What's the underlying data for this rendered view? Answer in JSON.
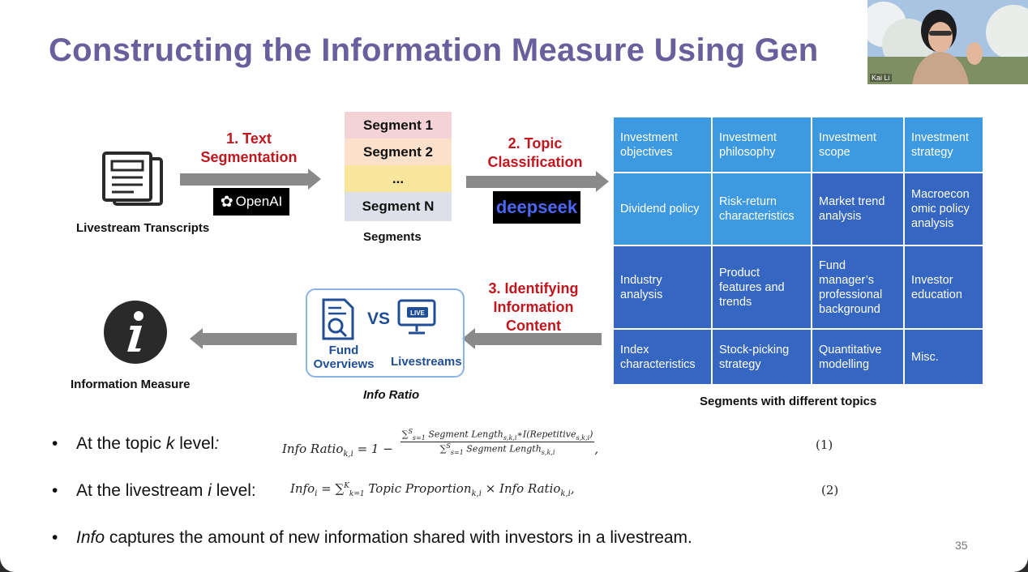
{
  "slide": {
    "title": "Constructing the Information Measure Using Gen",
    "page_number": "35"
  },
  "webcam": {
    "participant_name": "Kai Li"
  },
  "flow": {
    "transcripts_label": "Livestream Transcripts",
    "step1_label": "1. Text Segmentation",
    "openai_logo_text": "OpenAI",
    "segments": [
      "Segment 1",
      "Segment 2",
      "...",
      "Segment N"
    ],
    "segments_label": "Segments",
    "step2_label": "2. Topic Classification",
    "deepseek_logo_text": "deepseek",
    "step3_label": "3. Identifying Information Content",
    "fund_overviews_label": "Fund Overviews",
    "vs_label": "VS",
    "live_badge": "LIVE",
    "livestreams_label": "Livestreams",
    "info_ratio_label": "Info Ratio",
    "information_measure_label": "Information Measure",
    "topics_caption": "Segments with different topics"
  },
  "topics": [
    {
      "label": "Investment objectives",
      "shade": "light"
    },
    {
      "label": "Investment philosophy",
      "shade": "light"
    },
    {
      "label": "Investment scope",
      "shade": "light"
    },
    {
      "label": "Investment strategy",
      "shade": "light"
    },
    {
      "label": "Dividend policy",
      "shade": "light"
    },
    {
      "label": "Risk-return characteristics",
      "shade": "light"
    },
    {
      "label": "Market trend analysis",
      "shade": "dark"
    },
    {
      "label": "Macroecon omic policy analysis",
      "shade": "dark"
    },
    {
      "label": "Industry analysis",
      "shade": "dark"
    },
    {
      "label": "Product features and trends",
      "shade": "dark"
    },
    {
      "label": "Fund manager’s professional background",
      "shade": "dark"
    },
    {
      "label": "Investor education",
      "shade": "dark"
    },
    {
      "label": "Index characteristics",
      "shade": "dark"
    },
    {
      "label": "Stock-picking strategy",
      "shade": "dark"
    },
    {
      "label": "Quantitative modelling",
      "shade": "dark"
    },
    {
      "label": "Misc.",
      "shade": "dark"
    }
  ],
  "colors": {
    "title": "#6a5f9c",
    "step_label": "#c0161d",
    "topic_light": "#3d9ae0",
    "topic_dark": "#3566c2",
    "segment_1": "#f3d3d6",
    "segment_2": "#fbe0cc",
    "segment_dots": "#f8e69c",
    "segment_n": "#dde0e8"
  },
  "bullets": {
    "b1_prefix": "At the topic ",
    "b1_var": "k",
    "b1_suffix": " level",
    "b1_colon": ":",
    "b2_prefix": "At the livestream ",
    "b2_var": "i",
    "b2_suffix": " level:",
    "b3_italic": "Info",
    "b3_rest": " captures the amount of new information shared with investors in a livestream."
  },
  "equations": {
    "eq1_no": "(1)",
    "eq2_no": "(2)"
  }
}
